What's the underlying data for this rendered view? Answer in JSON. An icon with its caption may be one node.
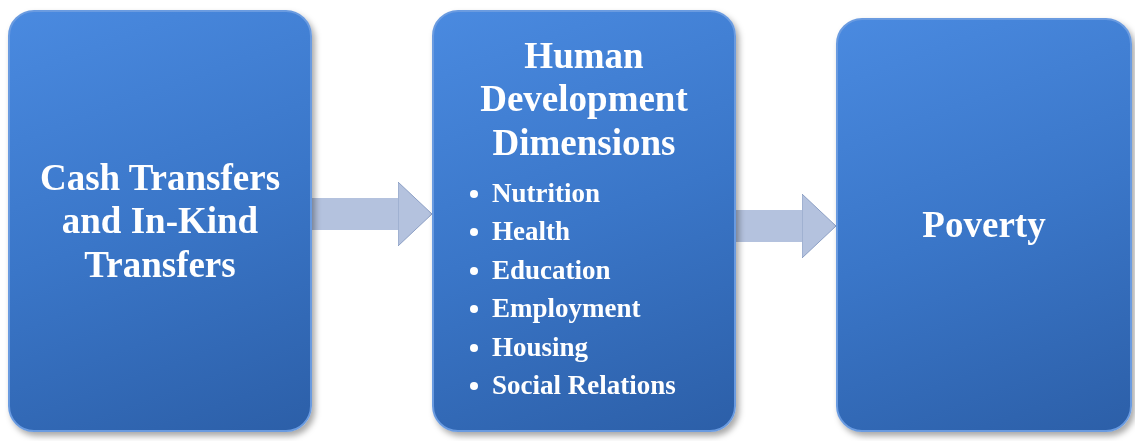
{
  "diagram": {
    "nodes": [
      {
        "text": [
          "Cash Transfers and In-Kind Transfers"
        ]
      },
      {
        "text": [
          "Human Development Dimensions",
          "Nutrition",
          "Health",
          "Education",
          "Employment",
          "Housing",
          "Social Relations"
        ]
      },
      {
        "text": [
          "Poverty"
        ]
      }
    ],
    "edges": [
      {
        "from": 0,
        "to": 1,
        "arrow": "to"
      },
      {
        "from": 1,
        "to": 2,
        "arrow": "to"
      }
    ]
  }
}
